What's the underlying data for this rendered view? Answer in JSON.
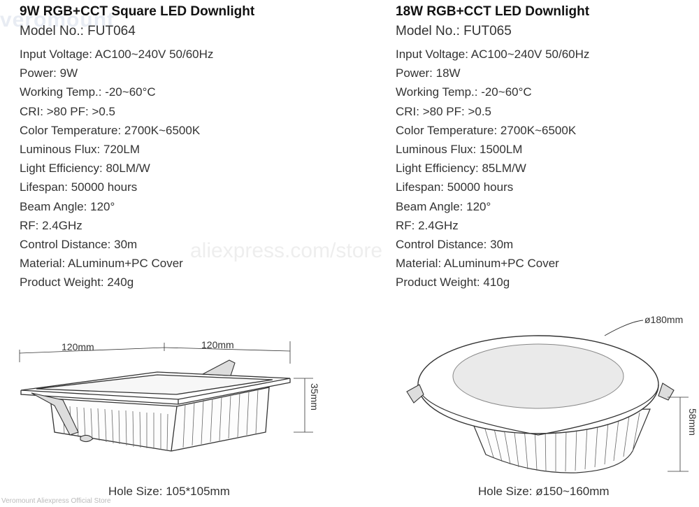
{
  "watermarks": {
    "logo": "veromount",
    "center": "aliexpress.com/store",
    "bottom": "Veromount Aliexpress Official Store"
  },
  "products": [
    {
      "title": "9W RGB+CCT Square LED Downlight",
      "model": "Model No.: FUT064",
      "specs": [
        "Input Voltage: AC100~240V  50/60Hz",
        "Power: 9W",
        "Working Temp.: -20~60°C",
        "CRI: >80     PF: >0.5",
        "Color Temperature: 2700K~6500K",
        "Luminous Flux: 720LM",
        "Light Efficiency: 80LM/W",
        "Lifespan: 50000 hours",
        "Beam Angle: 120°",
        "RF: 2.4GHz",
        "Control Distance: 30m",
        "Material: ALuminum+PC Cover",
        "Product Weight: 240g"
      ],
      "dims": {
        "width_a": "120mm",
        "width_b": "120mm",
        "height": "35mm"
      },
      "hole": "Hole Size: 105*105mm"
    },
    {
      "title": "18W RGB+CCT LED Downlight",
      "model": "Model No.: FUT065",
      "specs": [
        "Input Voltage: AC100~240V  50/60Hz",
        "Power: 18W",
        "Working Temp.: -20~60°C",
        "CRI: >80     PF: >0.5",
        "Color Temperature: 2700K~6500K",
        "Luminous Flux: 1500LM",
        "Light Efficiency: 85LM/W",
        "Lifespan: 50000 hours",
        "Beam Angle: 120°",
        "RF: 2.4GHz",
        "Control Distance: 30m",
        "Material: ALuminum+PC Cover",
        "Product Weight: 410g"
      ],
      "dims": {
        "diameter": "ø180mm",
        "height": "58mm"
      },
      "hole": "Hole Size: ø150~160mm"
    }
  ]
}
